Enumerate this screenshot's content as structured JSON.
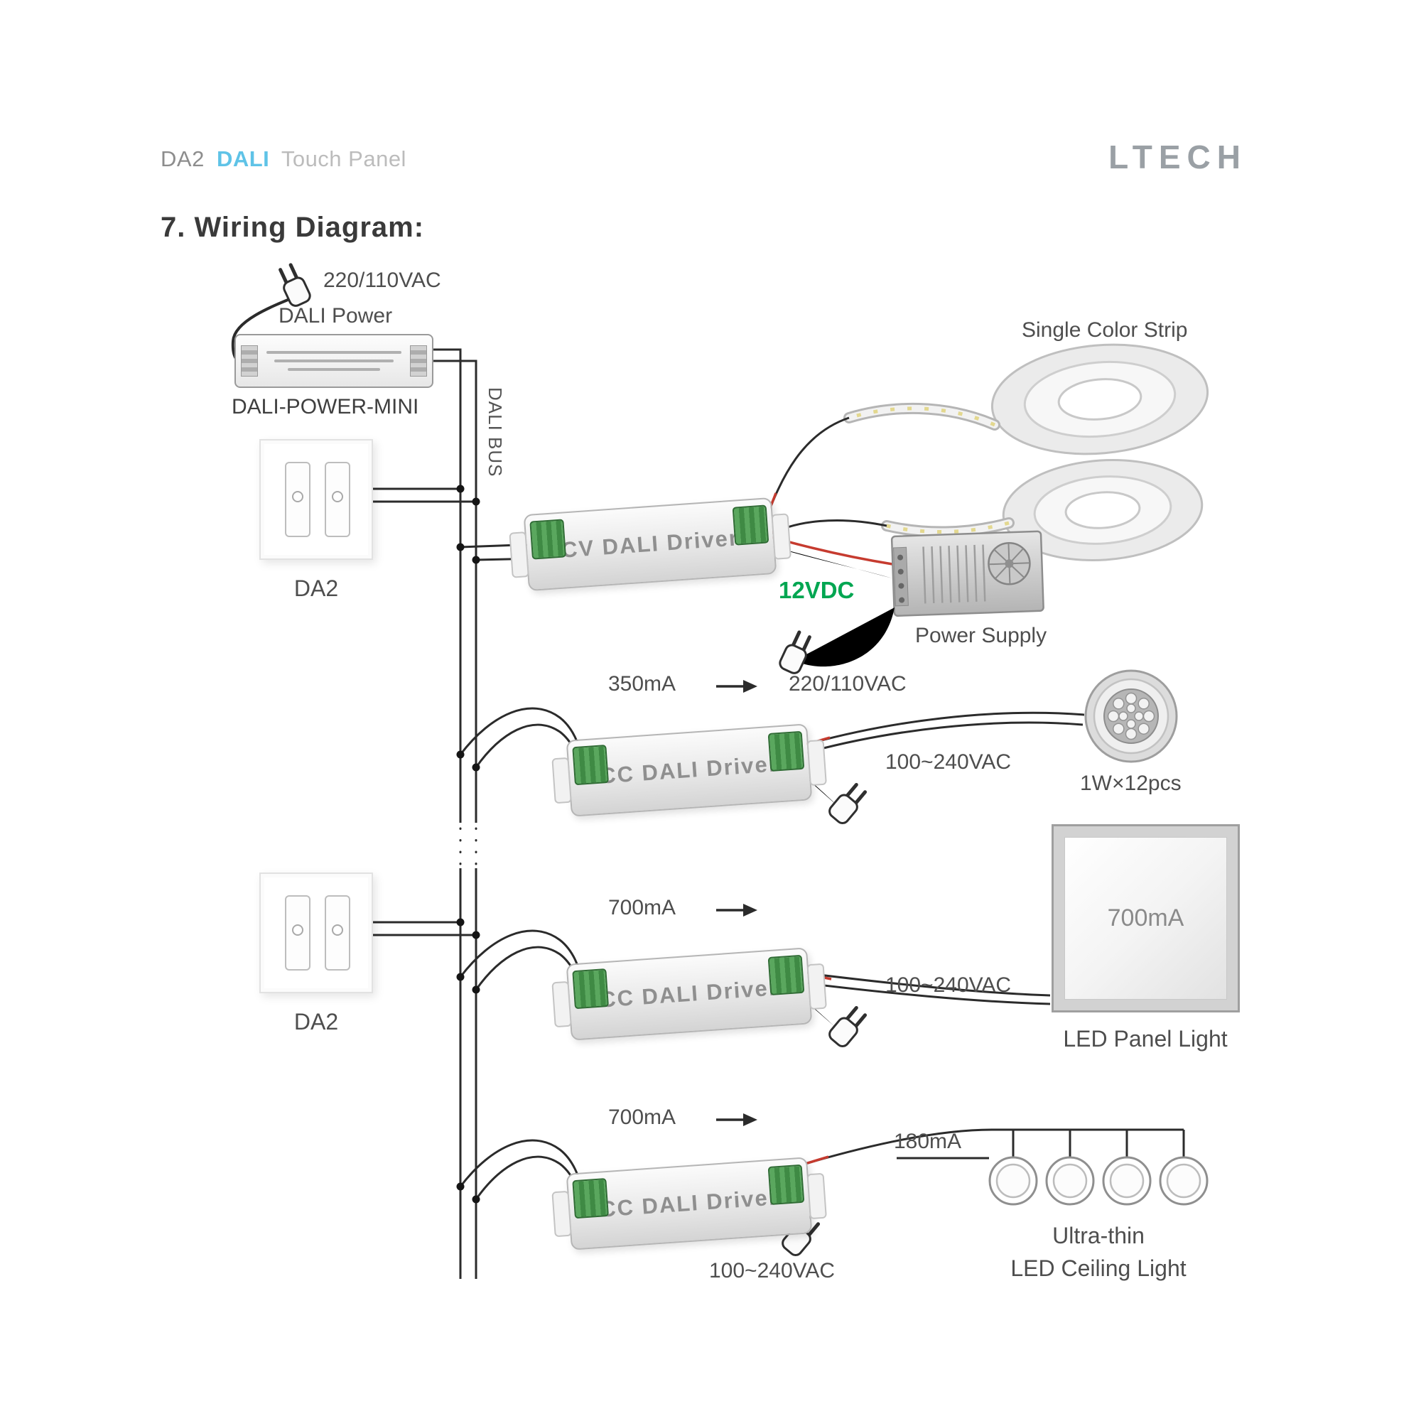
{
  "page": {
    "doc_ref": "DA2",
    "doc_product": "DALI",
    "doc_suffix": "Touch Panel",
    "brand": "LTECH",
    "section_title": "7. Wiring Diagram:"
  },
  "colors": {
    "dali_blue": "#5fc3e7",
    "accent_green": "#00a651",
    "wire": "#2b2b2b",
    "terminal_green": "#3f8a44",
    "red_wire": "#c63b2f"
  },
  "dali_power": {
    "mains": "220/110VAC",
    "label": "DALI Power",
    "model": "DALI-POWER-MINI"
  },
  "bus": {
    "label": "DALI BUS"
  },
  "panels": {
    "first": "DA2",
    "second": "DA2"
  },
  "cv_branch": {
    "driver": "CV DALI Driver",
    "load": "Single Color Strip",
    "dc_voltage": "12VDC",
    "psu": "Power Supply",
    "psu_mains": "220/110VAC"
  },
  "cc1_branch": {
    "current": "350mA",
    "driver": "CC DALI Driver",
    "mains": "100~240VAC",
    "load": "1W×12pcs"
  },
  "cc2_branch": {
    "current": "700mA",
    "driver": "CC DALI Driver",
    "mains": "100~240VAC",
    "panel_current": "700mA",
    "load": "LED Panel Light"
  },
  "cc3_branch": {
    "current": "700mA",
    "driver": "CC DALI Driver",
    "mains": "100~240VAC",
    "lamp_current": "180mA",
    "load_line1": "Ultra-thin",
    "load_line2": "LED Ceiling Light"
  }
}
